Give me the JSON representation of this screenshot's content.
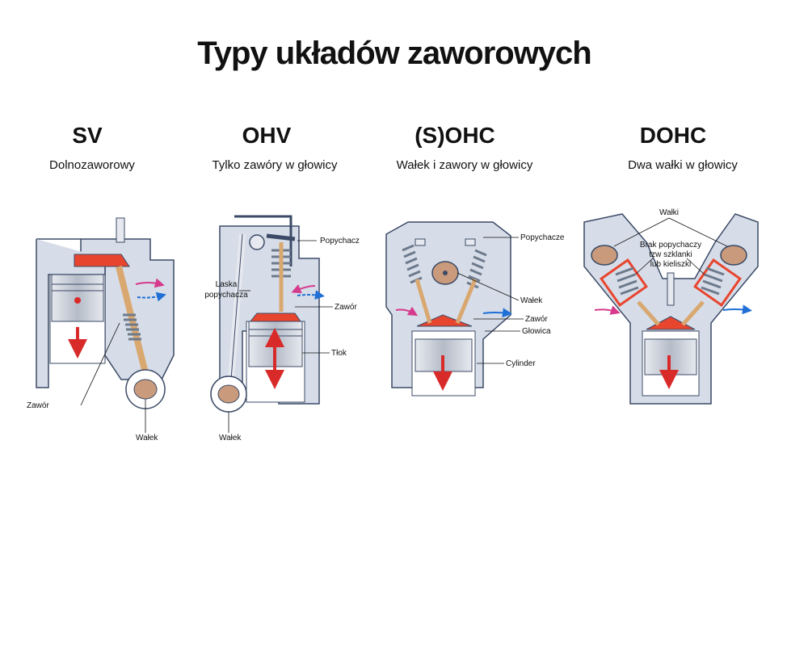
{
  "title": "Typy układów zaworowych",
  "columns": [
    {
      "code": "SV",
      "subtitle": "Dolnozaworowy"
    },
    {
      "code": "OHV",
      "subtitle": "Tylko zawóry w głowicy"
    },
    {
      "code": "(S)OHC",
      "subtitle": "Wałek i zawory w głowicy"
    },
    {
      "code": "DOHC",
      "subtitle": "Dwa wałki w głowicy"
    }
  ],
  "labels": {
    "sv_zawor": "Zawór",
    "sv_walek": "Wałek",
    "ohv_popychacz": "Popychacz",
    "ohv_laska": "Laska",
    "ohv_laska2": "popychacza",
    "ohv_zawor": "Zawór",
    "ohv_tlok": "Tłok",
    "ohv_walek": "Wałek",
    "sohc_popychacze": "Popychacze",
    "sohc_walek": "Wałek",
    "sohc_zawor": "Zawór",
    "sohc_glowica": "Głowica",
    "sohc_cylinder": "Cylinder",
    "dohc_walki": "Wałki",
    "dohc_brak1": "Brak popychaczy",
    "dohc_brak2": "tzw szklanki",
    "dohc_brak3": "lub kieliszki"
  },
  "colors": {
    "block": "#d6dde8",
    "block_stroke": "#3b4a66",
    "piston": "#c7ccd6",
    "chamber": "#e8452f",
    "cam": "#c99a7c",
    "arrow_red": "#d92a2a",
    "arrow_pink": "#d63a8c",
    "arrow_blue": "#1f6fd6",
    "spring": "#6d7a8c"
  }
}
